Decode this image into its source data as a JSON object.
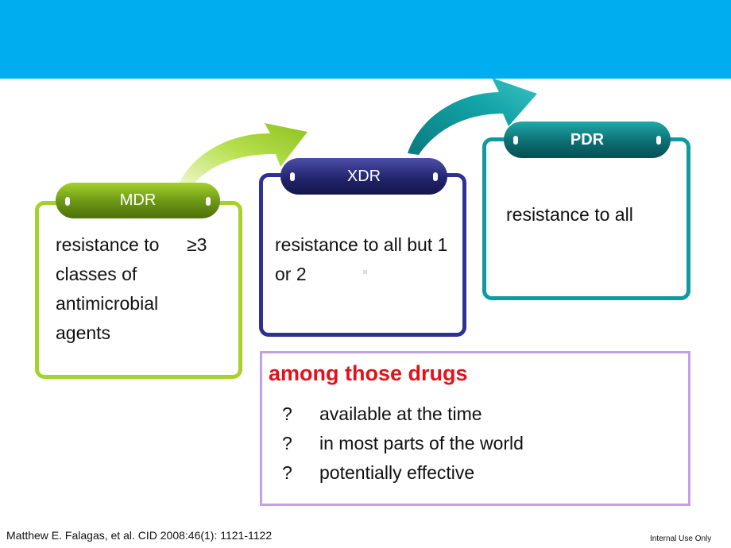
{
  "colors": {
    "header": "#00aeef",
    "mdr": "#a5d22a",
    "xdr": "#2e3192",
    "pdr": "#0f9aa0",
    "note_border": "#c59ee8",
    "note_title": "#e4111a"
  },
  "stages": {
    "mdr": {
      "label": "MDR",
      "description": "resistance to classes of antimicrobial agents",
      "threshold": "≥3"
    },
    "xdr": {
      "label": "XDR",
      "description": "resistance to all but 1 or 2"
    },
    "pdr": {
      "label": "PDR",
      "description": "resistance to all"
    }
  },
  "note": {
    "title": "among those drugs",
    "items": [
      {
        "marker": "?",
        "text": "available at the time"
      },
      {
        "marker": "?",
        "text": "in most parts of the world"
      },
      {
        "marker": "?",
        "text": "potentially effective"
      }
    ]
  },
  "footer": {
    "citation": "Matthew E. Falagas, et al. CID 2008:46(1): 1121-1122",
    "classification": "Internal Use Only"
  }
}
